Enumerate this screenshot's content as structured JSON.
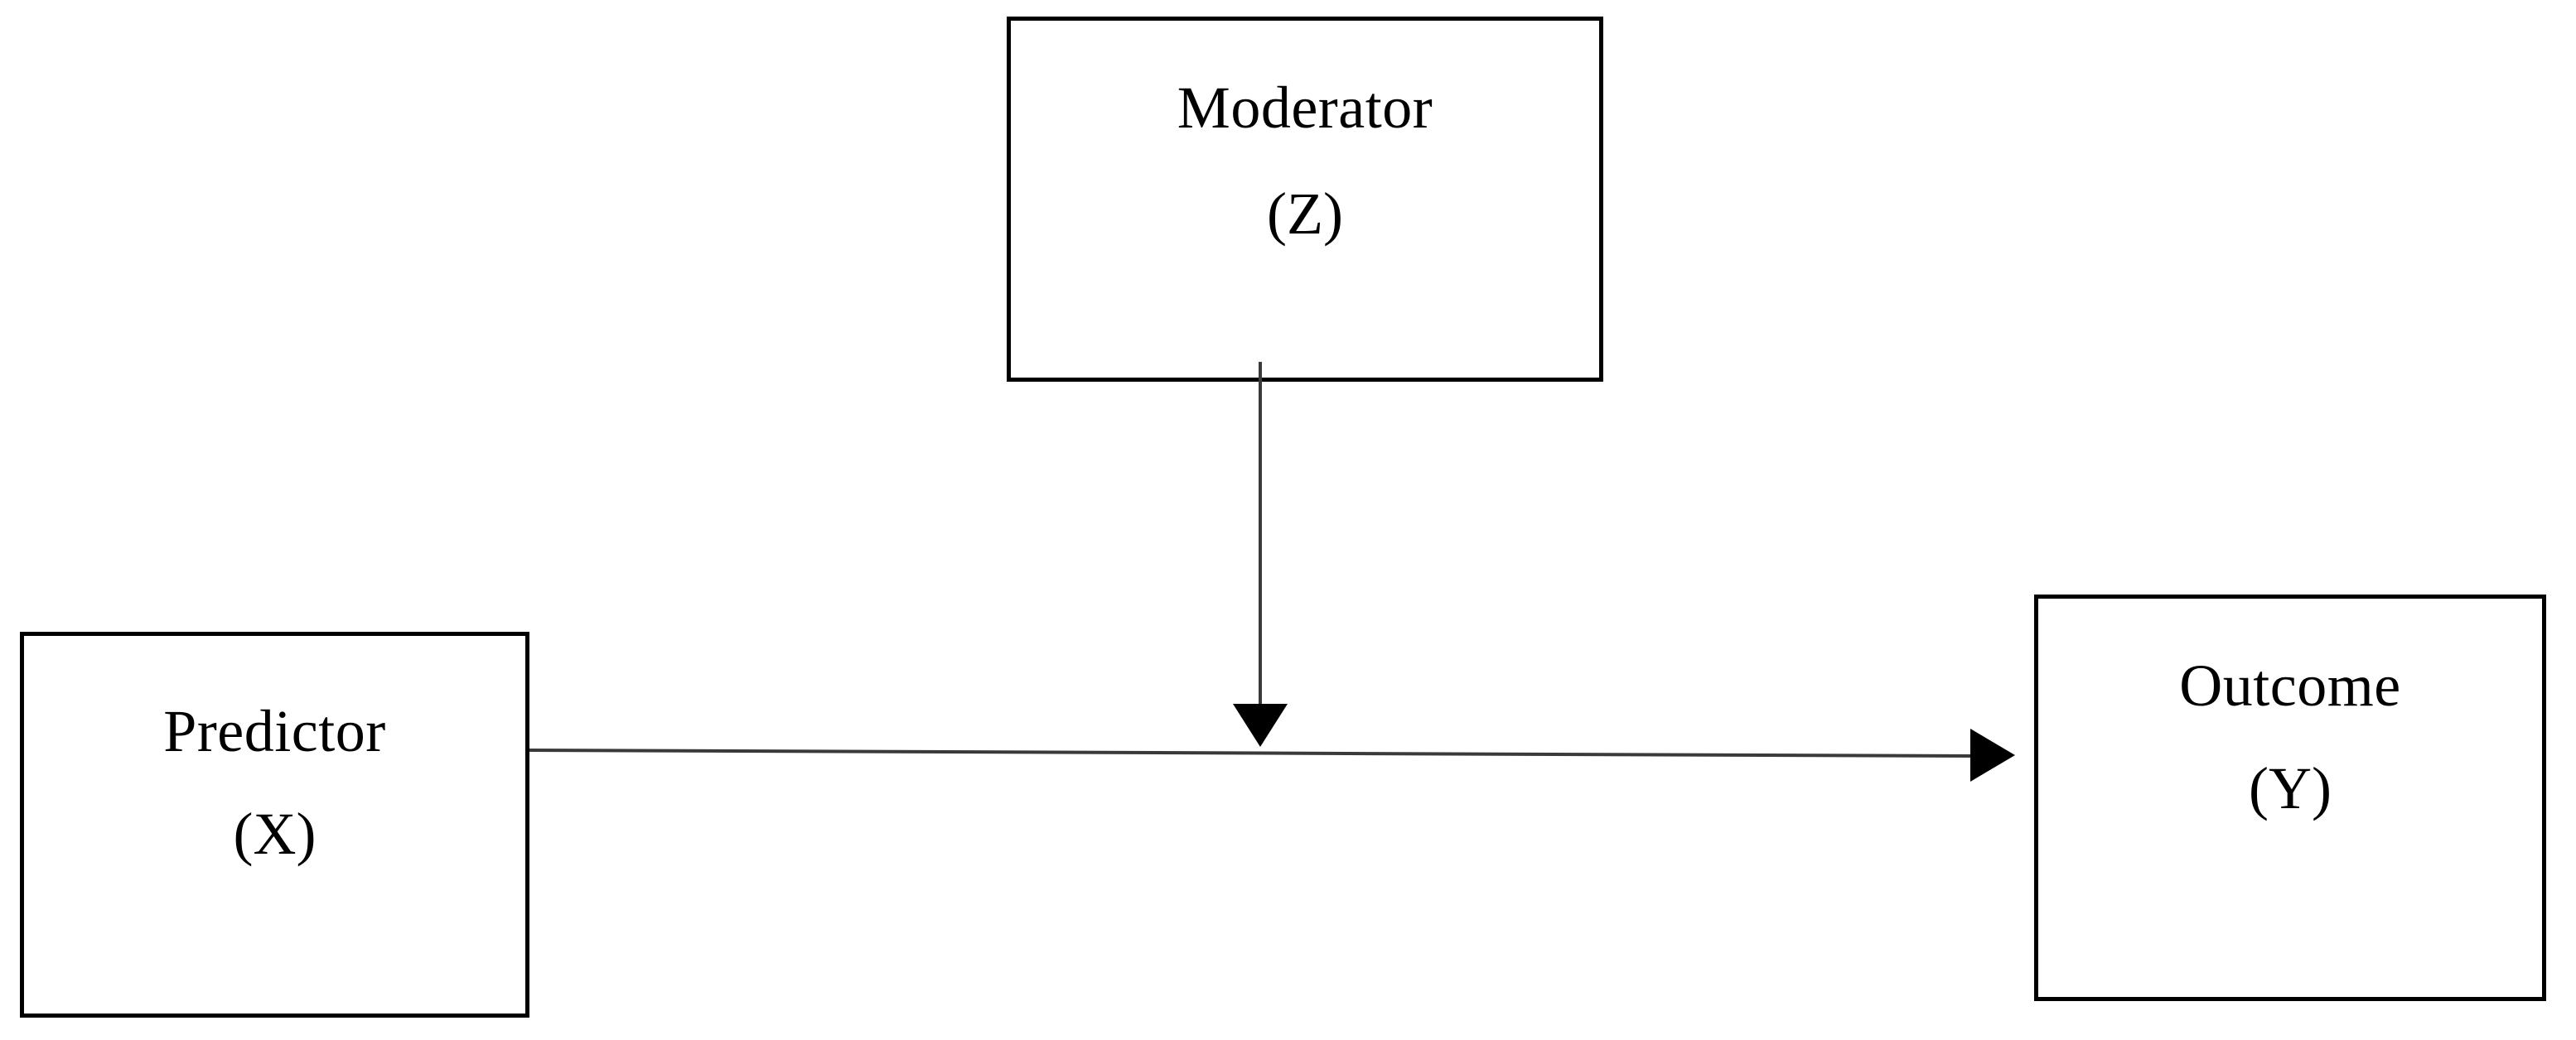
{
  "diagram": {
    "type": "moderation-model",
    "background_color": "#ffffff",
    "stroke_color": "#000000",
    "arrow_color": "#3a3a3a",
    "nodes": [
      {
        "id": "moderator",
        "label": "Moderator",
        "symbol": "(Z)",
        "position": "top-center"
      },
      {
        "id": "predictor",
        "label": "Predictor",
        "symbol": "(X)",
        "position": "bottom-left"
      },
      {
        "id": "outcome",
        "label": "Outcome",
        "symbol": "(Y)",
        "position": "bottom-right"
      }
    ],
    "edges": [
      {
        "id": "predictor-to-outcome",
        "from": "predictor",
        "to": "outcome",
        "direction": "horizontal-right",
        "arrowhead": "filled-triangle"
      },
      {
        "id": "moderator-to-path",
        "from": "moderator",
        "to": "predictor-to-outcome",
        "direction": "vertical-down",
        "arrowhead": "filled-triangle"
      }
    ]
  }
}
